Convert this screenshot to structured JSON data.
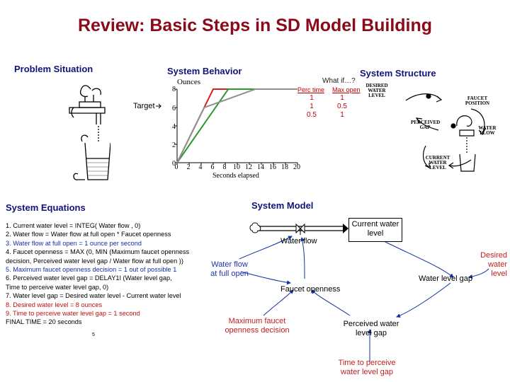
{
  "title": "Review: Basic Steps in SD Model Building",
  "sections": {
    "problem_situation": "Problem Situation",
    "system_behavior": "System Behavior",
    "system_structure": "System Structure",
    "system_equations": "System Equations",
    "system_model": "System Model"
  },
  "problem_drawing": {
    "target_label": "Target"
  },
  "chart_data": {
    "type": "line",
    "ylabel": "Ounces",
    "xlabel": "Seconds elapsed",
    "x_ticks": [
      "0",
      "2",
      "4",
      "6",
      "8",
      "10",
      "12",
      "14",
      "16",
      "18",
      "20"
    ],
    "y_ticks": [
      "0",
      "2",
      "4",
      "6",
      "8"
    ],
    "xlim": [
      0,
      20
    ],
    "ylim": [
      0,
      8
    ],
    "series": [
      {
        "color": "#d42020",
        "points": [
          [
            0,
            0
          ],
          [
            6,
            8
          ],
          [
            20,
            8
          ]
        ]
      },
      {
        "color": "#2a9a2a",
        "points": [
          [
            0,
            0
          ],
          [
            8.5,
            8
          ],
          [
            20,
            8
          ]
        ]
      },
      {
        "color": "#909090",
        "points": [
          [
            0,
            0
          ],
          [
            4.5,
            6
          ],
          [
            13,
            8
          ],
          [
            20,
            8
          ]
        ]
      }
    ]
  },
  "what_if": {
    "title": "What if…?",
    "headers": [
      "Perc time",
      "Max open"
    ],
    "rows": [
      [
        "1",
        "1"
      ],
      [
        "1",
        "0.5"
      ],
      [
        "0.5",
        "1"
      ]
    ]
  },
  "structure_drawing": {
    "labels": [
      "DESIRED WATER LEVEL",
      "FAUCET POSITION",
      "WATER FLOW",
      "PERCEIVED GAP",
      "CURRENT WATER LEVEL"
    ]
  },
  "equations": [
    {
      "text": "1. Current water level = INTEG( Water flow , 0)",
      "color": "black"
    },
    {
      "text": "2. Water flow = Water flow at full open * Faucet openness",
      "color": "black"
    },
    {
      "text": "3. Water flow at full open = 1 ounce per second",
      "color": "blue"
    },
    {
      "text": "4. Faucet openness = MAX (0, MIN (Maximum faucet openness",
      "color": "black"
    },
    {
      "text": "decision, Perceived water level gap / Water flow at full open ))",
      "color": "black"
    },
    {
      "text": "5. Maximum faucet openness decision = 1 out of possible 1",
      "color": "blue"
    },
    {
      "text": "6. Perceived water level gap = DELAY1I (Water level gap,",
      "color": "black"
    },
    {
      "text": "Time to perceive water level gap, 0)",
      "color": "black"
    },
    {
      "text": "7. Water level gap = Desired water level - Current water level",
      "color": "black"
    },
    {
      "text": "8. Desired water level = 8 ounces",
      "color": "red"
    },
    {
      "text": "9. Time to perceive water level gap = 1 second",
      "color": "red"
    },
    {
      "text": "FINAL TIME = 20 seconds",
      "color": "black"
    }
  ],
  "page_number": "5",
  "model": {
    "current_water_level": "Current water level",
    "water_flow": "Water flow",
    "water_flow_full_open": "Water flow at full open",
    "desired_water_level": "Desired water level",
    "water_level_gap": "Water level gap",
    "faucet_openness": "Faucet openness",
    "max_faucet_decision": "Maximum faucet openness decision",
    "perceived_gap": "Perceived water level gap",
    "time_to_perceive": "Time to perceive water level gap"
  }
}
